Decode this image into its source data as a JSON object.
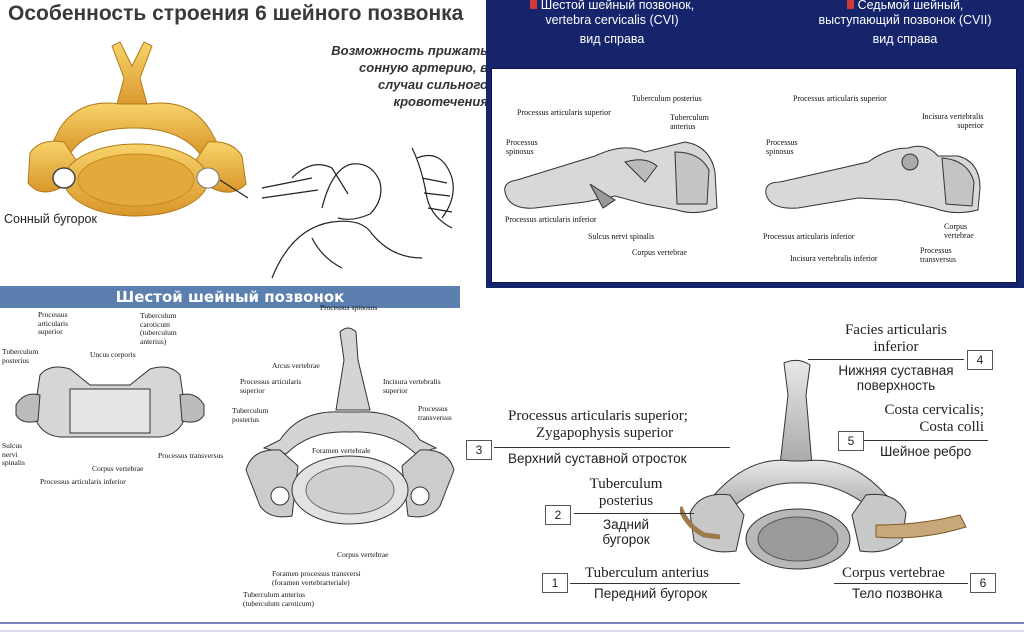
{
  "top_left": {
    "title": "Особенность строения 6 шейного позвонка",
    "note_lines": [
      "Возможность прижать",
      "сонную артерию, в",
      "случаи сильного",
      "кровотечения"
    ],
    "carotid_label": "Сонный бугорок"
  },
  "blue_panel": {
    "left_heading": [
      "Шестой шейный позвонок,",
      "vertebra cervicalis (CVI)",
      "вид справа"
    ],
    "right_heading": [
      "Седьмой шейный,",
      "выступающий позвонок (CVII)",
      "вид справа"
    ],
    "c6_labels": {
      "tuberculum_posterius": "Tuberculum posterius",
      "proc_art_sup": "Processus articularis superior",
      "tuberculum_anterius": [
        "Tuberculum",
        "anterius"
      ],
      "spinosus": [
        "Processus",
        "spinosus"
      ],
      "proc_art_inf": "Processus articularis inferior",
      "sulcus": "Sulcus nervi spinalis",
      "corpus": "Corpus vertebrae"
    },
    "c7_labels": {
      "proc_art_sup": "Processus articularis superior",
      "incisura_sup": [
        "Incisura vertebralis",
        "superior"
      ],
      "spinosus": [
        "Processus",
        "spinosus"
      ],
      "proc_art_inf": "Processus  articularis inferior",
      "corpus": [
        "Corpus",
        "vertebrae"
      ],
      "incisura_inf": "Incisura vertebralis inferior",
      "transversus": [
        "Processus",
        "transversus"
      ]
    }
  },
  "middle_left": {
    "banner": "Шестой шейный позвонок",
    "labels": {
      "proc_art_sup": [
        "Processus",
        "articularis",
        "superior"
      ],
      "tub_carot": [
        "Tuberculum",
        "caroticum",
        "(tuberculum",
        "anterius)"
      ],
      "uncus": "Uncus corporis",
      "tub_post": [
        "Tuberculum",
        "posterius"
      ],
      "sulcus": [
        "Sulcus",
        "nervi",
        "spinalis"
      ],
      "corpus": "Corpus vertebrae",
      "proc_transv": "Processus transversus",
      "proc_art_inf": "Processus articularis inferior",
      "proc_spin": "Processus spinosus",
      "arcus": "Arcus vertebrae",
      "proc_art_sup2": [
        "Processus articularis",
        "superior"
      ],
      "incisura": [
        "Incisura vertebralis",
        "superior"
      ],
      "tub_post2": [
        "Tuberculum",
        "posterius"
      ],
      "proc_transv2": [
        "Processus",
        "transversus"
      ],
      "foramen": "Foramen vertebrale",
      "corpus2": "Corpus    vertebrae",
      "foramen_transv": [
        "Foramen processus transversi",
        "(foramen vertebrarteriale)"
      ],
      "tub_ant": [
        "Tuberculum anterius",
        "(tuberculum caroticum)"
      ]
    }
  },
  "bottom_right": {
    "items": [
      {
        "num": "4",
        "latin": [
          "Facies articularis",
          "inferior"
        ],
        "ru": [
          "Нижняя суставная",
          "поверхность"
        ]
      },
      {
        "num": "3",
        "latin": [
          "Processus articularis superior;",
          "Zygapophysis superior"
        ],
        "ru": [
          "Верхний суставной отросток"
        ]
      },
      {
        "num": "5",
        "latin": [
          "Costa cervicalis;",
          "Costa colli"
        ],
        "ru": [
          "Шейное ребро"
        ]
      },
      {
        "num": "2",
        "latin": [
          "Tuberculum",
          "posterius"
        ],
        "ru": [
          "Задний",
          "бугорок"
        ]
      },
      {
        "num": "1",
        "latin": [
          "Tuberculum anterius"
        ],
        "ru": [
          "Передний бугорок"
        ]
      },
      {
        "num": "6",
        "latin": [
          "Corpus vertebrae"
        ],
        "ru": [
          "Тело позвонка"
        ]
      }
    ]
  },
  "colors": {
    "blue_panel": "#16246b",
    "banner": "#5b7fae",
    "bone_yellow": "#e8b23a",
    "red_marker": "#d23a3a"
  }
}
